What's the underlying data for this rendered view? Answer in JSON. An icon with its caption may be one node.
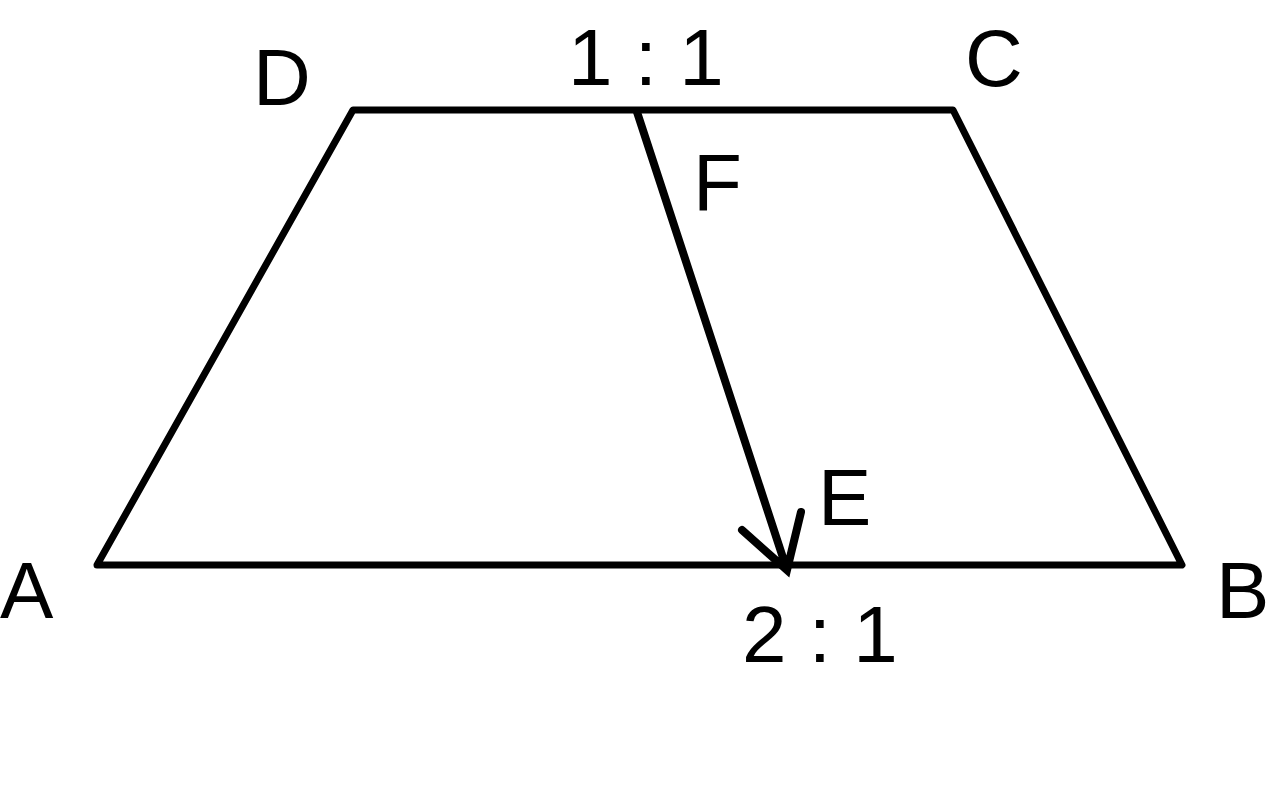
{
  "diagram": {
    "labels": [
      "D",
      "1 : 1",
      "C",
      "F",
      "E",
      "A",
      "B",
      "2 : 1"
    ]
  }
}
